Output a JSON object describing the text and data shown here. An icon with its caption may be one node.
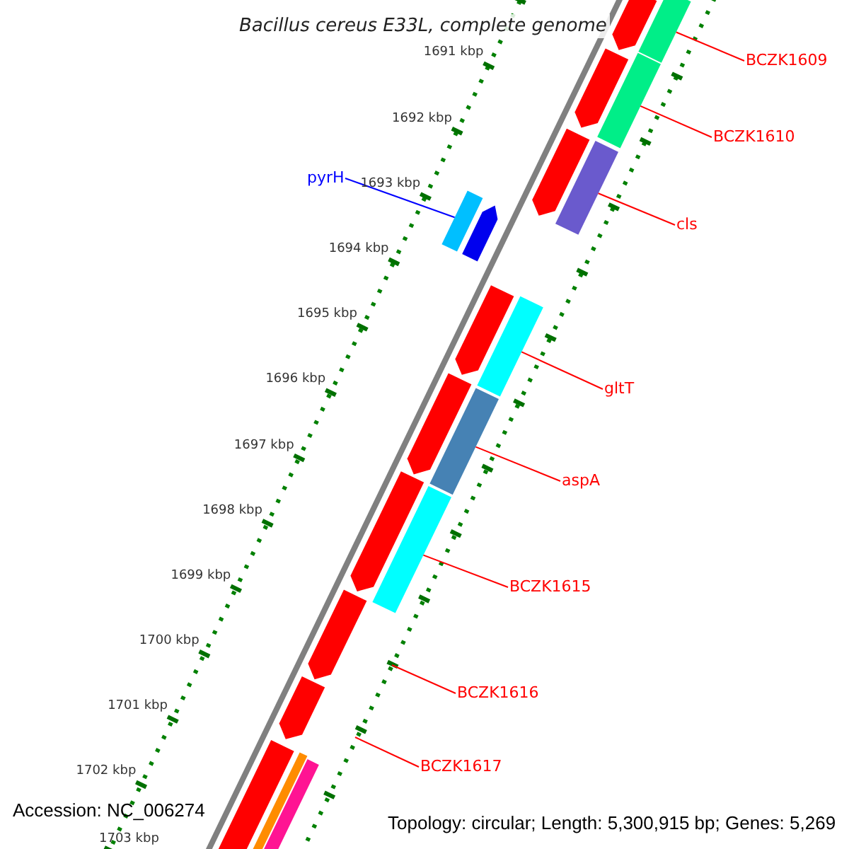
{
  "diagram": {
    "title": "Bacillus cereus E33L, complete genome",
    "nodes": [
      {
        "text": [
          "BCZK1609"
        ]
      },
      {
        "text": [],
        "shape": "bar"
      },
      {
        "text": [
          "BCZK1610"
        ]
      },
      {
        "text": [],
        "shape": "bar"
      },
      {
        "text": [
          "cls"
        ]
      },
      {
        "text": [],
        "shape": "bar"
      },
      {
        "text": [
          "pyrH"
        ]
      },
      {
        "text": [],
        "shape": "bar"
      },
      {
        "text": [
          "gltT"
        ]
      },
      {
        "text": [],
        "shape": "bar"
      },
      {
        "text": [
          "aspA"
        ]
      },
      {
        "text": [],
        "shape": "bar"
      },
      {
        "text": [
          "BCZK1615"
        ]
      },
      {
        "text": [],
        "shape": "bar"
      },
      {
        "text": [
          "BCZK1616"
        ]
      },
      {
        "text": [
          "BCZK1617"
        ]
      },
      {
        "text": [],
        "shape": "arrow"
      },
      {
        "text": [],
        "shape": "arrow"
      },
      {
        "text": [],
        "shape": "arrow"
      },
      {
        "text": [],
        "shape": "arrow"
      },
      {
        "text": [],
        "shape": "arrow"
      },
      {
        "text": [],
        "shape": "arrow"
      },
      {
        "text": [],
        "shape": "arrow"
      },
      {
        "text": [],
        "shape": "arrow"
      },
      {
        "text": [],
        "shape": "arrow"
      },
      {
        "text": [],
        "shape": "arrow"
      },
      {
        "text": [],
        "shape": "bar"
      },
      {
        "text": [],
        "shape": "bar"
      }
    ],
    "edges": [
      {
        "from": 0,
        "to": 1,
        "arrow": "none"
      },
      {
        "from": 2,
        "to": 3,
        "arrow": "none"
      },
      {
        "from": 4,
        "to": 5,
        "arrow": "none"
      },
      {
        "from": 6,
        "to": 7,
        "arrow": "none",
        "color": "#0000ff"
      },
      {
        "from": 8,
        "to": 9,
        "arrow": "none"
      },
      {
        "from": 10,
        "to": 11,
        "arrow": "none"
      },
      {
        "from": 12,
        "to": 13,
        "arrow": "none"
      },
      {
        "from": 14,
        "to": null,
        "arrow": "none"
      },
      {
        "from": 15,
        "to": null,
        "arrow": "none"
      }
    ],
    "labels": [
      "1691 kbp",
      "1692 kbp",
      "1693 kbp",
      "1694 kbp",
      "1695 kbp",
      "1696 kbp",
      "1697 kbp",
      "1698 kbp",
      "1699 kbp",
      "1700 kbp",
      "1701 kbp",
      "1702 kbp",
      "1703 kbp",
      "Accession: NC_006274",
      "Topology: circular; Length: 5,300,915 bp; Genes: 5,269"
    ]
  }
}
